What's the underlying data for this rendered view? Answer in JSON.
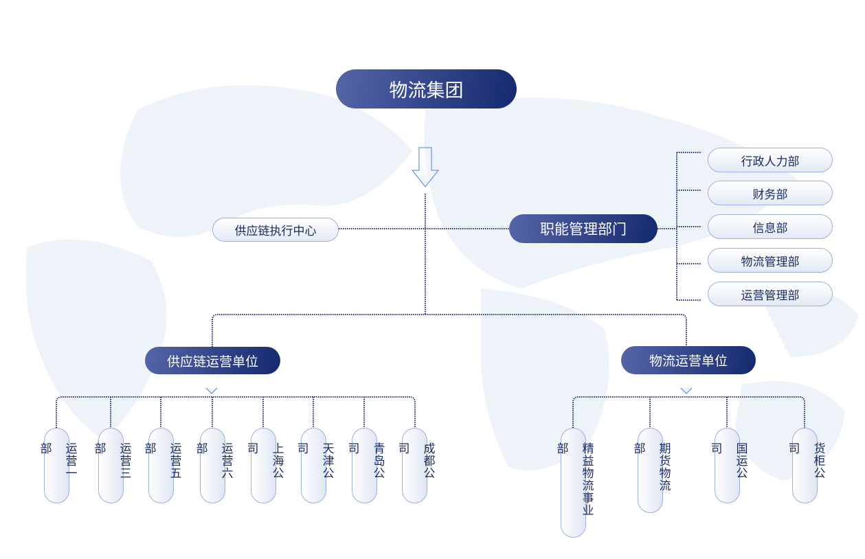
{
  "root": "物流集团",
  "exec_center": "供应链执行中心",
  "functional": {
    "label": "职能管理部门",
    "depts": [
      "行政人力部",
      "财务部",
      "信息部",
      "物流管理部",
      "运营管理部"
    ]
  },
  "supply_ops": {
    "label": "供应链运营单位",
    "units": [
      "运营一部",
      "运营三部",
      "运营五部",
      "运营六部",
      "上海公司",
      "天津公司",
      "青岛公司",
      "成都公司"
    ]
  },
  "logistics_ops": {
    "label": "物流运营单位",
    "units": [
      "精益物流事业部",
      "期货物流部",
      "国运公司",
      "货柜公司"
    ]
  },
  "colors": {
    "dark": "#15296e",
    "line": "#1f3070",
    "border": "#9bb0dd"
  }
}
